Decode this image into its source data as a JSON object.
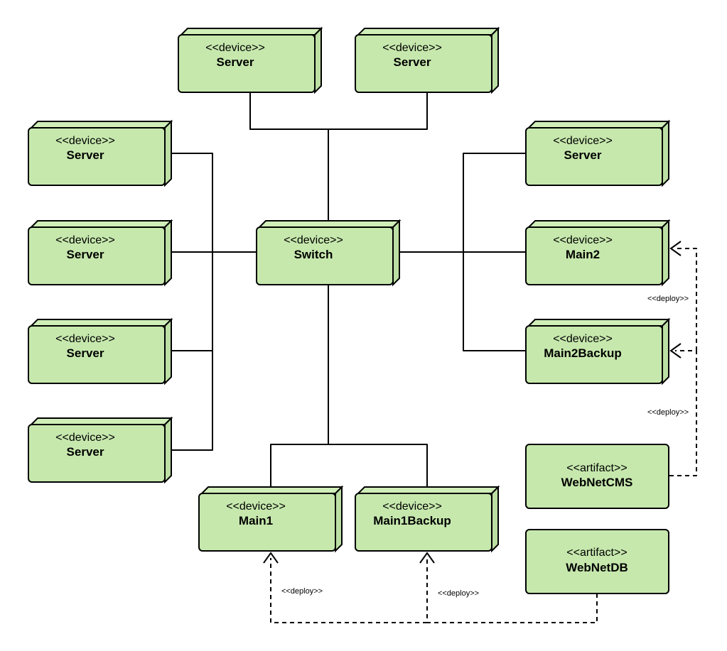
{
  "nodes": [
    {
      "id": "server-top-1",
      "stereotype": "<<device>>",
      "name": "Server"
    },
    {
      "id": "server-top-2",
      "stereotype": "<<device>>",
      "name": "Server"
    },
    {
      "id": "server-left-1",
      "stereotype": "<<device>>",
      "name": "Server"
    },
    {
      "id": "server-left-2",
      "stereotype": "<<device>>",
      "name": "Server"
    },
    {
      "id": "server-left-3",
      "stereotype": "<<device>>",
      "name": "Server"
    },
    {
      "id": "server-left-4",
      "stereotype": "<<device>>",
      "name": "Server"
    },
    {
      "id": "switch",
      "stereotype": "<<device>>",
      "name": "Switch"
    },
    {
      "id": "server-right-1",
      "stereotype": "<<device>>",
      "name": "Server"
    },
    {
      "id": "main2",
      "stereotype": "<<device>>",
      "name": "Main2"
    },
    {
      "id": "main2backup",
      "stereotype": "<<device>>",
      "name": "Main2Backup"
    },
    {
      "id": "main1",
      "stereotype": "<<device>>",
      "name": "Main1"
    },
    {
      "id": "main1backup",
      "stereotype": "<<device>>",
      "name": "Main1Backup"
    }
  ],
  "artifacts": [
    {
      "id": "webnetcms",
      "stereotype": "<<artifact>>",
      "name": "WebNetCMS"
    },
    {
      "id": "webnetdb",
      "stereotype": "<<artifact>>",
      "name": "WebNetDB"
    }
  ],
  "connections": [
    {
      "from": "server-top-1",
      "to": "switch"
    },
    {
      "from": "server-top-2",
      "to": "switch"
    },
    {
      "from": "server-left-1",
      "to": "switch"
    },
    {
      "from": "server-left-2",
      "to": "switch"
    },
    {
      "from": "server-left-3",
      "to": "switch"
    },
    {
      "from": "server-left-4",
      "to": "switch"
    },
    {
      "from": "server-right-1",
      "to": "switch"
    },
    {
      "from": "main2",
      "to": "switch"
    },
    {
      "from": "main2backup",
      "to": "switch"
    },
    {
      "from": "main1",
      "to": "switch"
    },
    {
      "from": "main1backup",
      "to": "switch"
    }
  ],
  "deployments": [
    {
      "from": "webnetcms",
      "to": "main2",
      "label": "<<deploy>>"
    },
    {
      "from": "webnetcms",
      "to": "main2backup",
      "label": "<<deploy>>"
    },
    {
      "from": "webnetdb",
      "to": "main1",
      "label": "<<deploy>>"
    },
    {
      "from": "webnetdb",
      "to": "main1backup",
      "label": "<<deploy>>"
    }
  ]
}
